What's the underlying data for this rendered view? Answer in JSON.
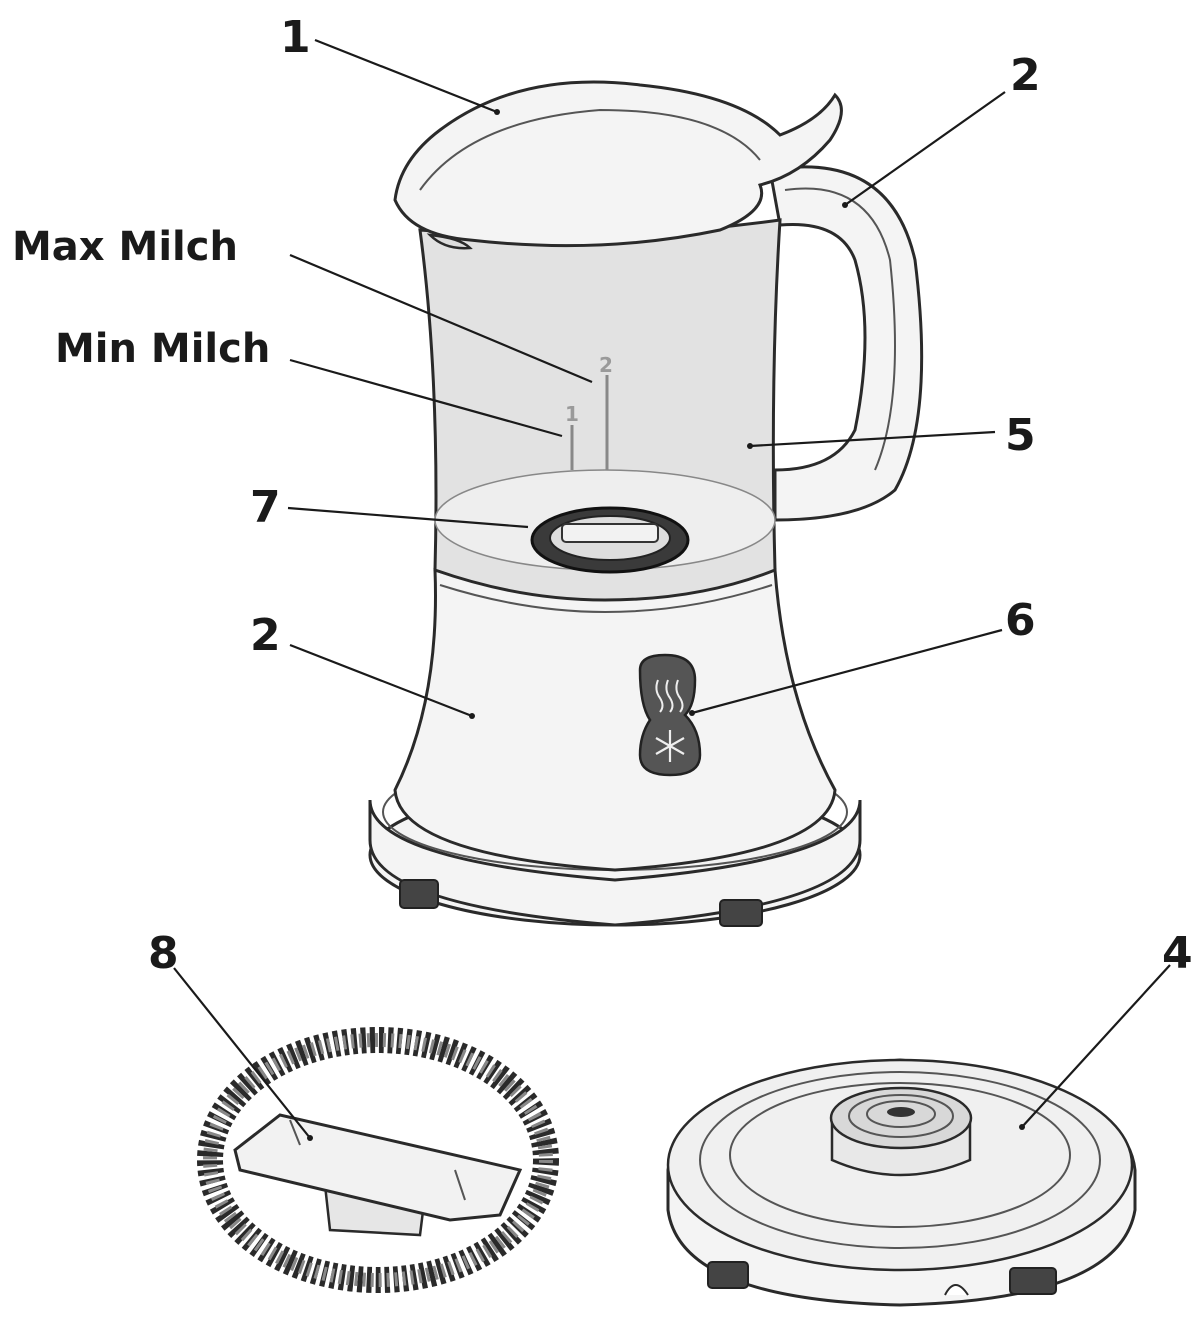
{
  "labels": {
    "lid": "1",
    "handle": "2",
    "max_milk": "Max Milch",
    "min_milk": "Min Milch",
    "jug_body": "5",
    "whisk_in_jug": "7",
    "base_housing": "2",
    "button": "6",
    "whisk": "8",
    "base_plate": "4"
  },
  "fill_marks": {
    "max": "2",
    "min": "1"
  },
  "icons": {
    "button_top": "heat-waves-icon",
    "button_bottom": "snowflake-icon"
  },
  "colors": {
    "line": "#1a1a1a",
    "body_fill": "#f4f4f4",
    "jug_fill": "#e2e2e2",
    "button_fill": "#555555",
    "mark_color": "#9a9a9a"
  }
}
